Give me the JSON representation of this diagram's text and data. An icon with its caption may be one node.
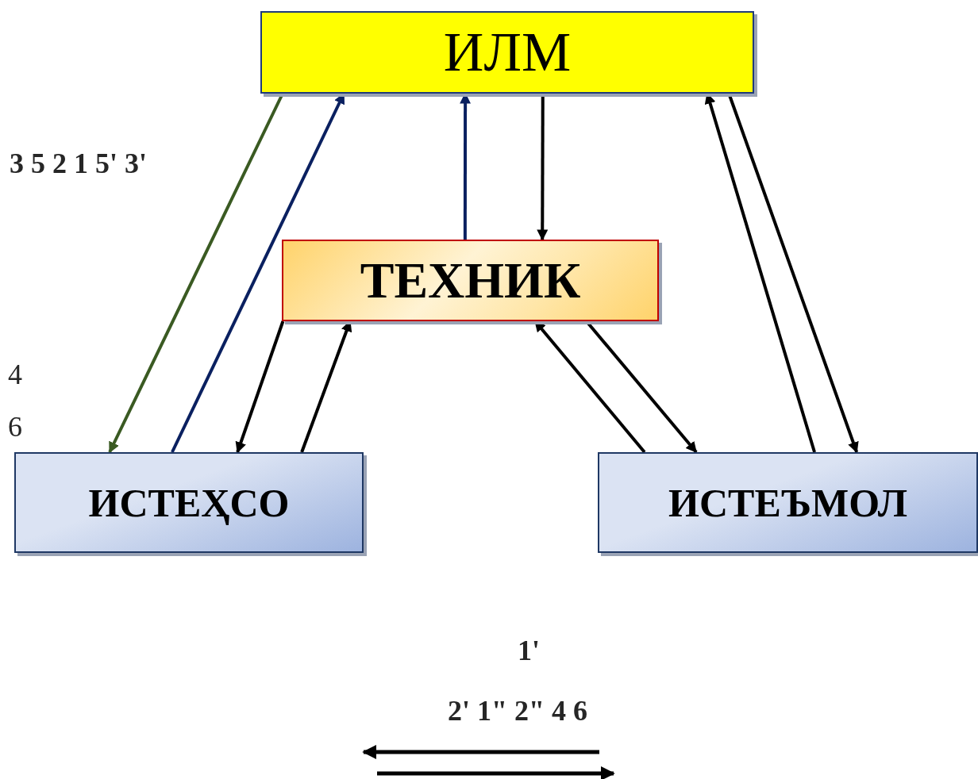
{
  "diagram": {
    "nodes": [
      {
        "text": [
          "ИЛМ"
        ]
      },
      {
        "text": [
          "ТЕХНИК"
        ]
      },
      {
        "text": [
          "ИСТЕҲСО"
        ]
      },
      {
        "text": [
          "ИСТЕЪМОЛ"
        ]
      }
    ],
    "edges": [
      {
        "from": 0,
        "to": 2,
        "arrow": "to",
        "color": "#3a5a22"
      },
      {
        "from": 2,
        "to": 0,
        "arrow": "to",
        "color": "#0a2060"
      },
      {
        "from": 1,
        "to": 0,
        "arrow": "to",
        "color": "#0a2060"
      },
      {
        "from": 0,
        "to": 1,
        "arrow": "to"
      },
      {
        "from": 1,
        "to": 2,
        "arrow": "to"
      },
      {
        "from": 2,
        "to": 1,
        "arrow": "to"
      },
      {
        "from": 3,
        "to": 1,
        "arrow": "to"
      },
      {
        "from": 1,
        "to": 3,
        "arrow": "to"
      },
      {
        "from": 3,
        "to": 0,
        "arrow": "to"
      },
      {
        "from": 0,
        "to": 3,
        "arrow": "to"
      }
    ],
    "labels": [
      "3 5 2 1 5' 3'",
      "4",
      "6",
      "1'",
      "2' 1\" 2\" 4 6"
    ]
  }
}
